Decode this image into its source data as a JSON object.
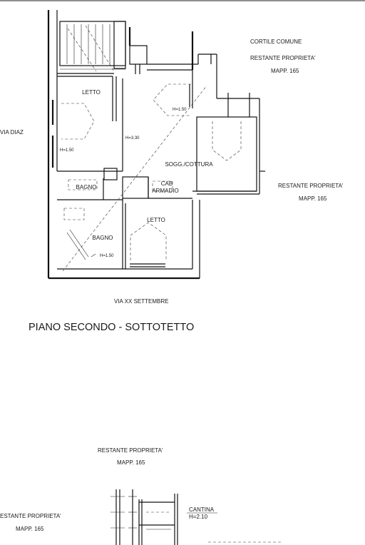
{
  "floor2": {
    "rooms": {
      "letto1": "LETTO",
      "soggiorno": "SOGG./COTTURA",
      "bagno1": "BAGNO",
      "cab": "CAB",
      "armadio": "ARMADIO",
      "bagno2": "BAGNO",
      "letto2": "LETTO"
    },
    "heights": {
      "h150_soggiorno": "H=1.50",
      "h330": "H=3.30",
      "h150_letto": "H=1.50",
      "h150_bagno": "H=1.50"
    },
    "neighbors": {
      "cortile": "CORTILE COMUNE",
      "restante_top": "RESTANTE PROPRIETA'",
      "mapp_top": "MAPP. 165",
      "restante_right": "RESTANTE PROPRIETA'",
      "mapp_right": "MAPP. 165"
    },
    "streets": {
      "via_diaz": "VIA DIAZ",
      "via_xx": "VIA XX SETTEMBRE"
    },
    "title": "PIANO SECONDO - SOTTOTETTO"
  },
  "floor3": {
    "restante_top": "RESTANTE PROPRIETA'",
    "mapp_top": "MAPP. 165",
    "restante_left": "ESTANTE PROPRIETA'",
    "mapp_left": "MAPP. 165",
    "cantina": "CANTINA",
    "h210": "H=2.10"
  }
}
